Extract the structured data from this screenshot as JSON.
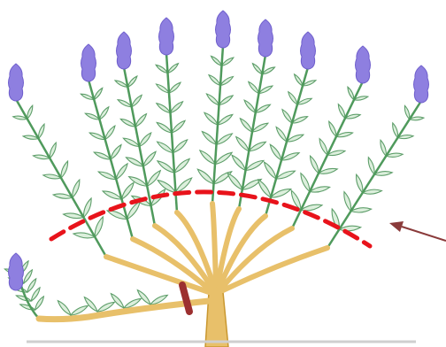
{
  "diagram": {
    "subject": "lavender-pruning",
    "colors": {
      "background": "#ffffff",
      "wood": "#e8c06a",
      "wood_outline": "#c9972f",
      "stem": "#4f9a5c",
      "leaf_fill": "#dcefdc",
      "leaf_outline": "#5e9e6a",
      "flower": "#8e7fe0",
      "flower_dark": "#6f5fcc",
      "cut_line": "#e8131b",
      "cut_mark": "#9c2f2f",
      "arrow": "#8a3a3a",
      "ground": "#cfcfcf"
    },
    "elements": {
      "cut_line": "dashed-red-arc",
      "cut_mark": "dark-red-slash",
      "arrow": "pointer-arrow",
      "icon_shrub": "lavender-shrub-icon"
    }
  }
}
